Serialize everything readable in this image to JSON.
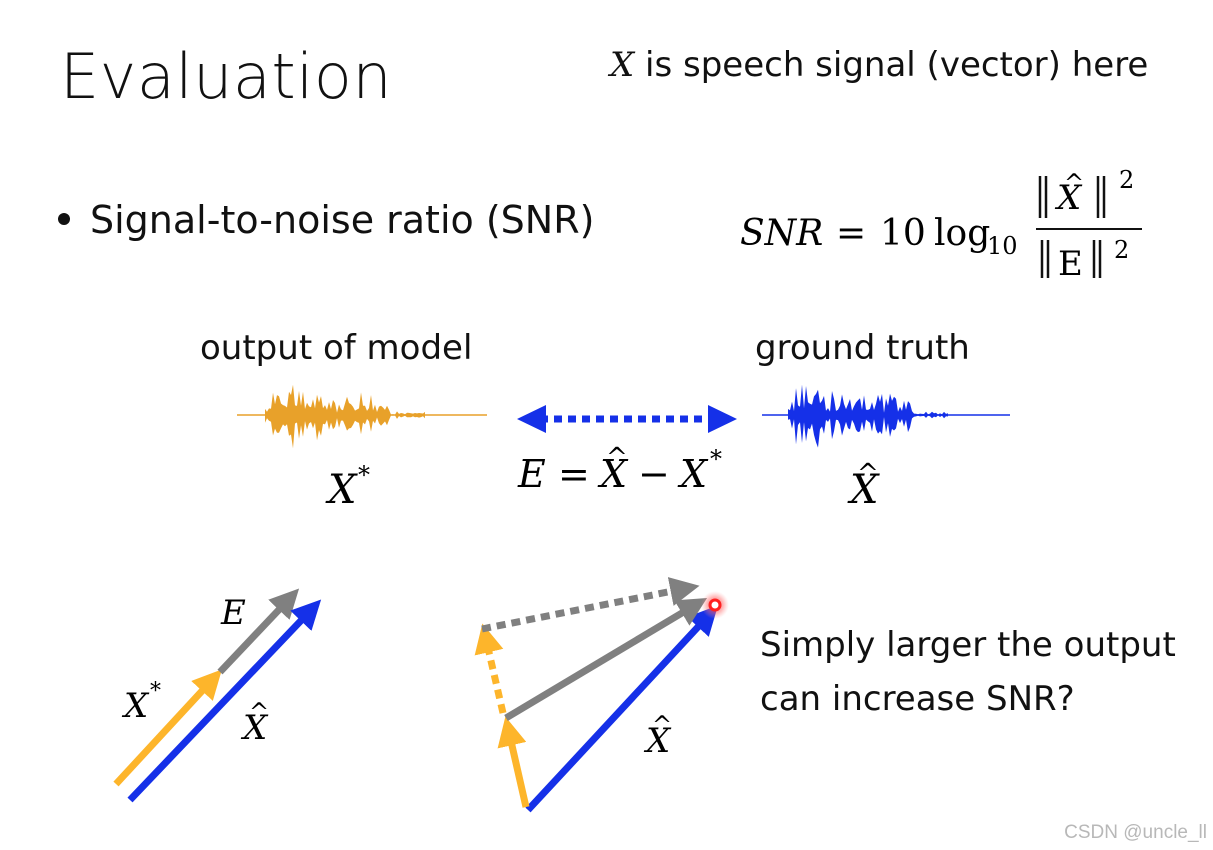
{
  "slide": {
    "title": "Evaluation",
    "note": {
      "symbol": "X",
      "text": " is speech signal (vector) here"
    },
    "bullet": "Signal-to-noise ratio (SNR)",
    "formula": {
      "lhs": "SNR",
      "eq": "=",
      "coef": "10",
      "log": "log",
      "log_sub": "10",
      "num_var": "X",
      "num_hat": "^",
      "den_var": "E",
      "exp": "2"
    },
    "left_label": "output of model",
    "right_label": "ground truth",
    "left_symbol": {
      "var": "X",
      "sup": "*"
    },
    "right_symbol": {
      "var": "X",
      "hat": "^"
    },
    "error_eq": {
      "E": "E",
      "eq": "=",
      "minus": "−",
      "X": "X",
      "sup": "*"
    },
    "vec_left": {
      "E": "E",
      "X": "X",
      "sup": "*",
      "Xhat": "X"
    },
    "vec_mid": {
      "Xhat": "X"
    },
    "question_lines": [
      "Simply larger the output",
      "can increase SNR?"
    ],
    "watermark": "CSDN @uncle_ll",
    "colors": {
      "model_output": "#E8A12A",
      "ground_truth": "#1530E8",
      "error": "#808080",
      "vector_yellow": "#FDB52B"
    }
  }
}
